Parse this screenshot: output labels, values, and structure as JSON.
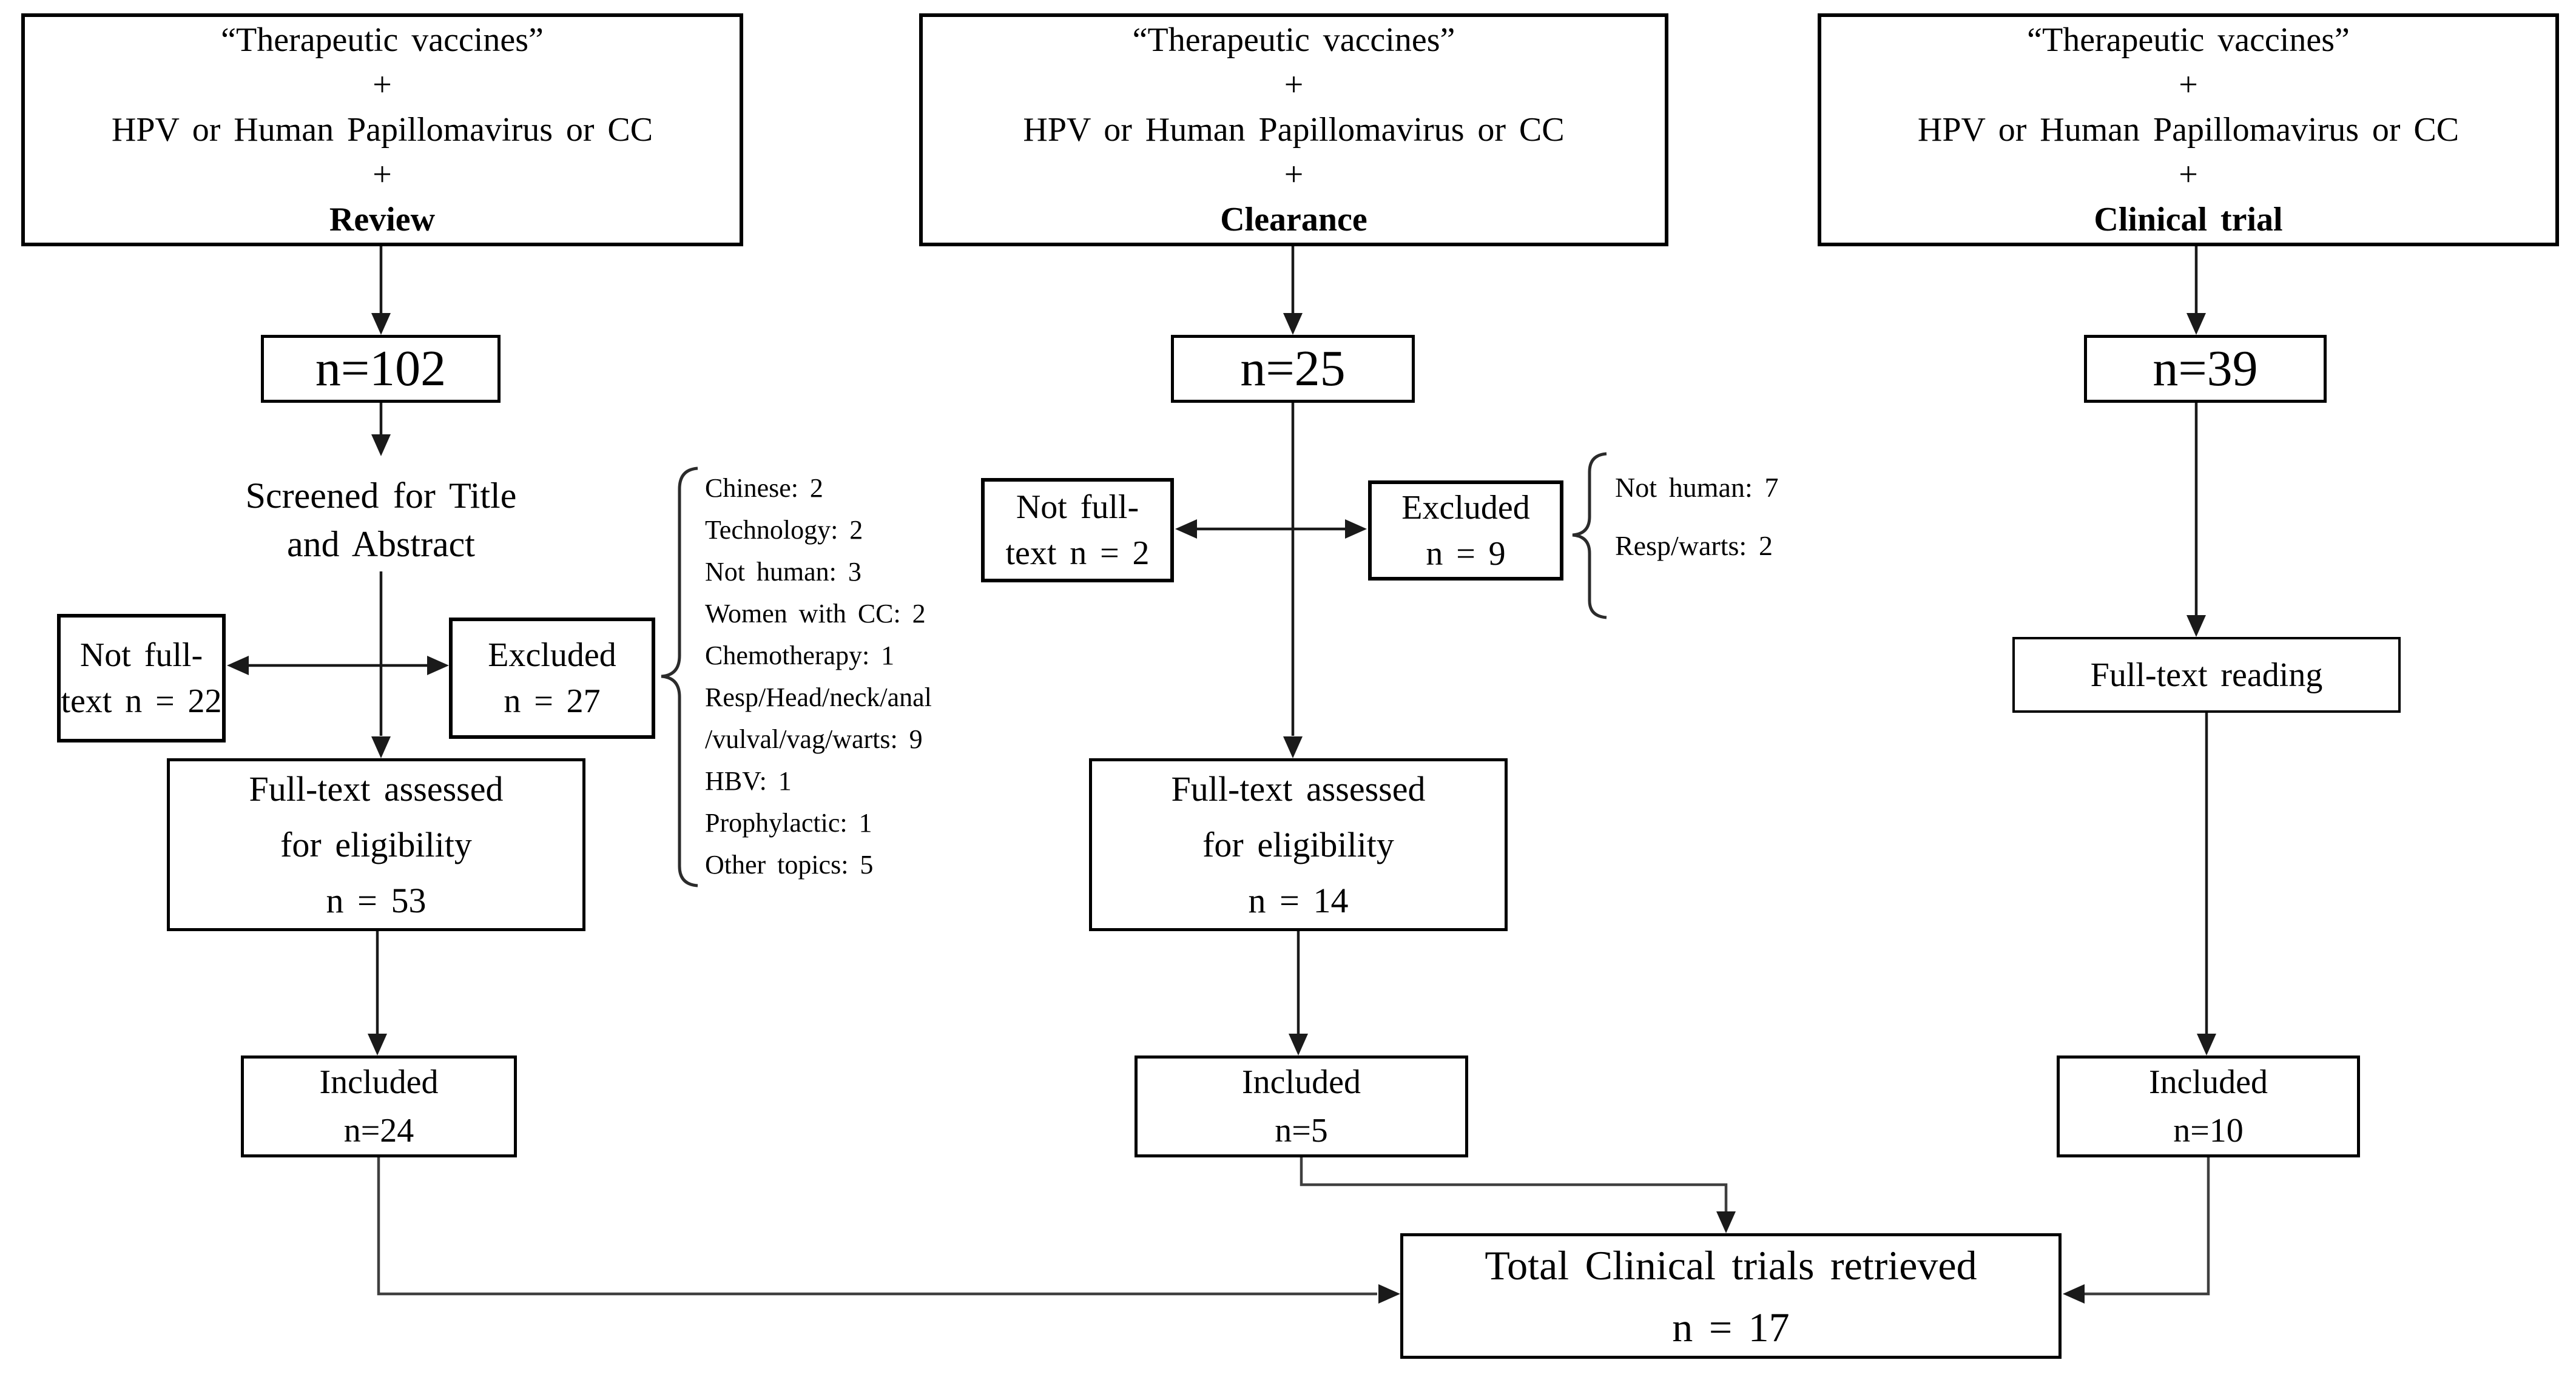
{
  "columns": [
    {
      "name": "review",
      "query": {
        "quoted": "“Therapeutic vaccines”",
        "plus": "+",
        "terms": "HPV or Human Papillomavirus or CC",
        "keyword": "Review"
      },
      "count": "n=102",
      "screened": "Screened for Title\nand Abstract",
      "not_full_text": "Not full-\ntext n = 22",
      "excluded": "Excluded\nn = 27",
      "exclusions": [
        "Chinese: 2",
        "Technology: 2",
        "Not human: 3",
        "Women with CC: 2",
        "Chemotherapy: 1",
        "Resp/Head/neck/anal",
        "/vulval/vag/warts: 9",
        "HBV: 1",
        "Prophylactic: 1",
        "Other topics: 5"
      ],
      "full_text": "Full-text assessed\nfor eligibility\nn = 53",
      "included": "Included\nn=24"
    },
    {
      "name": "clearance",
      "query": {
        "quoted": "“Therapeutic vaccines”",
        "plus": "+",
        "terms": "HPV or Human Papillomavirus or CC",
        "keyword": "Clearance"
      },
      "count": "n=25",
      "not_full_text": "Not full-\ntext n = 2",
      "excluded": "Excluded\nn = 9",
      "exclusions": [
        "Not human: 7",
        "Resp/warts: 2"
      ],
      "full_text": "Full-text assessed\nfor eligibility\nn = 14",
      "included": "Included\nn=5"
    },
    {
      "name": "clinical-trial",
      "query": {
        "quoted": "“Therapeutic vaccines”",
        "plus": "+",
        "terms": "HPV or Human Papillomavirus or CC",
        "keyword": "Clinical trial"
      },
      "count": "n=39",
      "full_text_reading": "Full-text reading",
      "included": "Included\nn=10"
    }
  ],
  "total": "Total Clinical trials retrieved\nn = 17"
}
